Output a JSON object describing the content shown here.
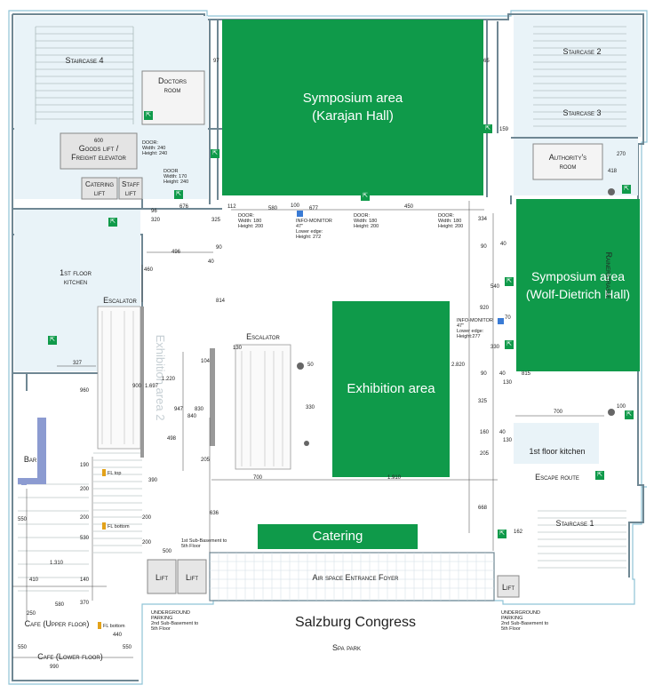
{
  "areas": {
    "symposium_karajan": "Symposium area\n(Karajan Hall)",
    "symposium_wolf": "Symposium area\n(Wolf-Dietrich Hall)",
    "exhibition": "Exhibition area",
    "catering": "Catering",
    "exhibition_area_2": "Exhibition area 2"
  },
  "rooms": {
    "staircase4": "Staircase 4",
    "staircase2": "Staircase 2",
    "staircase3": "Staircase 3",
    "staircase1": "Staircase 1",
    "doctors_room": "Doctors\nroom",
    "goods_lift": "Goods lift /\nFreight elevator",
    "catering_lift": "Catering\nlift",
    "staff_lift": "Staff\nlift",
    "authority_room": "Authority's\nroom",
    "kitchen_1st": "1st floor\nkitchen",
    "kitchen_1st_right": "1st floor kitchen",
    "escalator_left": "Escalator",
    "escalator_mid": "Escalator",
    "escape_route": "Escape route",
    "bar": "Bar",
    "lift_left1": "Lift",
    "lift_left2": "Lift",
    "lift_right": "Lift",
    "air_space": "Air space Entrance Foyer",
    "cafe_upper": "Cafe (Upper floor)",
    "cafe_lower": "Cafe (Lower floor)",
    "salzburg_congress": "Salzburg Congress",
    "spa_park": "Spa park",
    "rainerstrasse": "Rainerstrasse"
  },
  "notes": {
    "door_goods": "DOOR:\nWidth: 240\nHeight: 240",
    "door_mid": "DOOR\nWidth: 170\nHeight: 240",
    "door1": "DOOR:\nWidth: 180\nHeight: 200",
    "door2": "DOOR:\nWidth: 180\nHeight: 200",
    "door3": "DOOR:\nWidth: 180\nHeight: 200",
    "info_top": "INFO-MONITOR\n47\"\nLower edge:\nHeight: 272",
    "info_right": "INFO-MONITOR\n47\"\nLower edge:\nHeight:277",
    "sub_basement": "1st Sub-Basement to\n5th Floor",
    "underground_left": "UNDERGROUND\nPARKING\n2nd Sub-Basement to\n5th Floor",
    "underground_right": "UNDERGROUND\nPARKING\n2nd Sub-Basement to\n5th Floor",
    "fl_top": "FL top",
    "fl_bottom": "FL bottom",
    "fl_bottom2": "FL bottom"
  },
  "dimensions": {
    "d97": "97",
    "d65": "65",
    "d600": "600",
    "d159": "159",
    "d270": "270",
    "d418": "418",
    "d112": "112",
    "d100": "100",
    "d580": "580",
    "d677": "677",
    "d450": "450",
    "d334": "334",
    "d96": "96",
    "d676": "676",
    "d325": "325",
    "d320": "320",
    "d90a": "90",
    "d40a": "40",
    "d496": "496",
    "d460": "460",
    "d90b": "90",
    "d40b": "40",
    "d540": "540",
    "d920": "920",
    "d70": "70",
    "d330": "330",
    "d90c": "90",
    "d40c": "40",
    "d130a": "130",
    "d815": "815",
    "d100b": "100",
    "d814": "814",
    "d130b": "130",
    "d50": "50",
    "d104": "104",
    "d1220": "1.220",
    "d947": "947",
    "d830": "830",
    "d840": "840",
    "d330b": "330",
    "d2820": "2.820",
    "d325b": "325",
    "d700a": "700",
    "d160": "160",
    "d40d": "40",
    "d130c": "130",
    "d205a": "205",
    "d327": "327",
    "d960": "960",
    "d900": "900",
    "d1697": "1.697",
    "d498": "498",
    "d205b": "205",
    "d700b": "700",
    "d1910": "1.910",
    "d190": "190",
    "d200a": "200",
    "d390": "390",
    "d200b": "200",
    "d200c": "200",
    "d530": "530",
    "d200d": "200",
    "d636": "636",
    "d668": "668",
    "d162": "162",
    "d550": "550",
    "d410": "410",
    "d1310": "1.310",
    "d140": "140",
    "d370": "370",
    "d500": "500",
    "d250": "250",
    "d580b": "580",
    "d440": "440",
    "d550b": "550",
    "d550c": "550",
    "d990": "990"
  },
  "colors": {
    "green": "#0f9a4a",
    "room_blue": "#e9f3f8",
    "wall": "#6f8793",
    "outer": "#8fc3d6"
  }
}
